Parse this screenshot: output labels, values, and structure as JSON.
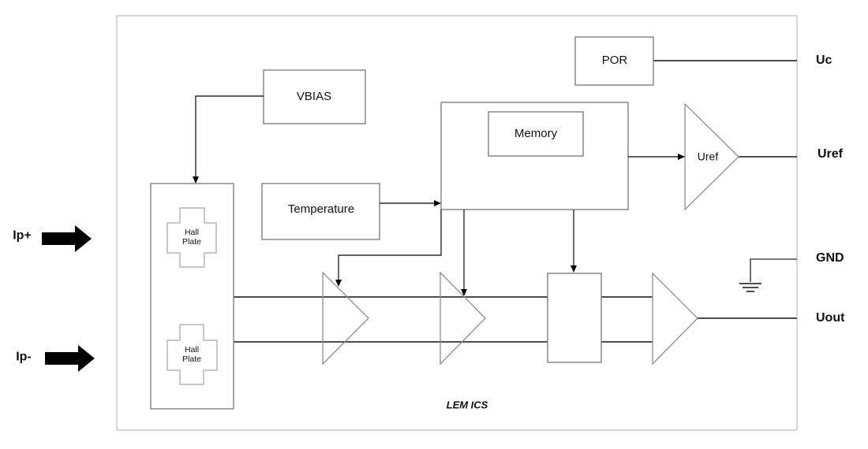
{
  "figure": {
    "caption": "LEM ICS"
  },
  "inputs": {
    "ip_plus": "Ip+",
    "ip_minus": "Ip-"
  },
  "blocks": {
    "vbias": "VBIAS",
    "temperature": "Temperature",
    "memory": "Memory",
    "por": "POR",
    "uref_buffer": "Uref",
    "hall_plate_top": "Hall\nPlate",
    "hall_plate_bottom": "Hall\nPlate"
  },
  "pins": {
    "uc": "Uc",
    "uref": "Uref",
    "gnd": "GND",
    "uout": "Uout"
  },
  "colors": {
    "wire": "#4d4d4d",
    "ctrl": "#2e2e2e",
    "arrow": "#000000",
    "box_border": "#7f7f7f",
    "outer_border": "#c9c9c9",
    "tri_border": "#8f8f8f",
    "cross_border": "#b5b5b5",
    "text": "#111111"
  }
}
